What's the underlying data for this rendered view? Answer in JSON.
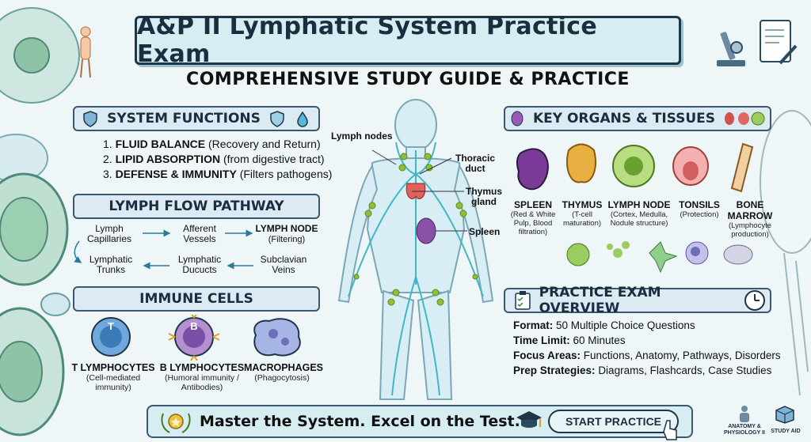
{
  "title": "A&P II Lymphatic System Practice Exam",
  "subtitle": "COMPREHENSIVE STUDY GUIDE & PRACTICE",
  "functions": {
    "header": "SYSTEM FUNCTIONS",
    "items": [
      {
        "num": "1.",
        "name": "FLUID BALANCE",
        "desc": "(Recovery and Return)"
      },
      {
        "num": "2.",
        "name": "LIPID ABSORPTION",
        "desc": "(from digestive tract)"
      },
      {
        "num": "3.",
        "name": "DEFENSE & IMMUNITY",
        "desc": "(Filters pathogens)"
      }
    ]
  },
  "flow": {
    "header": "LYMPH FLOW PATHWAY",
    "steps": {
      "capillaries": "Lymph Capillaries",
      "afferent": "Afferent Vessels",
      "node": "LYMPH NODE",
      "node_sub": "(Filtering)",
      "trunks": "Lymphatic Trunks",
      "ducts": "Lymphatic Ducucts",
      "subclavian": "Subclavian Veins"
    }
  },
  "immune": {
    "header": "IMMUNE CELLS",
    "cells": [
      {
        "icon": "T",
        "name": "T LYMPHOCYTES",
        "desc": "(Cell-mediated immunity)"
      },
      {
        "icon": "B",
        "name": "B LYMPHOCYTES",
        "desc": "(Humoral immunity / Antibodies)"
      },
      {
        "icon": "",
        "name": "MACROPHAGES",
        "desc": "(Phagocytosis)"
      }
    ]
  },
  "body_labels": {
    "lymph_nodes": "Lymph nodes",
    "thoracic_duct": "Thoracic duct",
    "thymus_gland": "Thymus gland",
    "spleen": "Spleen"
  },
  "organs": {
    "header": "KEY ORGANS & TISSUES",
    "items": [
      {
        "name": "SPLEEN",
        "desc": "(Red & White Pulp, Blood filtration)"
      },
      {
        "name": "THYMUS",
        "desc": "(T-cell maturation)"
      },
      {
        "name": "LYMPH NODE",
        "desc": "(Cortex, Medulla, Nodule structure)"
      },
      {
        "name": "TONSILS",
        "desc": "(Protection)"
      },
      {
        "name": "BONE MARROW",
        "desc": "(Lymphocyte production)"
      }
    ]
  },
  "overview": {
    "header": "PRACTICE EXAM OVERVIEW",
    "rows": [
      {
        "k": "Format:",
        "v": "50 Multiple Choice Questions"
      },
      {
        "k": "Time Limit:",
        "v": "60 Minutes"
      },
      {
        "k": "Focus Areas:",
        "v": "Functions, Anatomy, Pathways, Disorders"
      },
      {
        "k": "Prep Strategies:",
        "v": "Diagrams, Flashcards, Case Studies"
      }
    ]
  },
  "footer": {
    "tagline": "Master the System. Excel on the Test.",
    "button": "START PRACTICE",
    "badge_left": "ANATOMY & PHYSIOLOGY II",
    "badge_right": "STUDY AID"
  },
  "colors": {
    "lymph": "#3fb8c6",
    "node": "#8fbf3a",
    "accent": "#1f3548",
    "header_bg": "#dcebf3"
  }
}
